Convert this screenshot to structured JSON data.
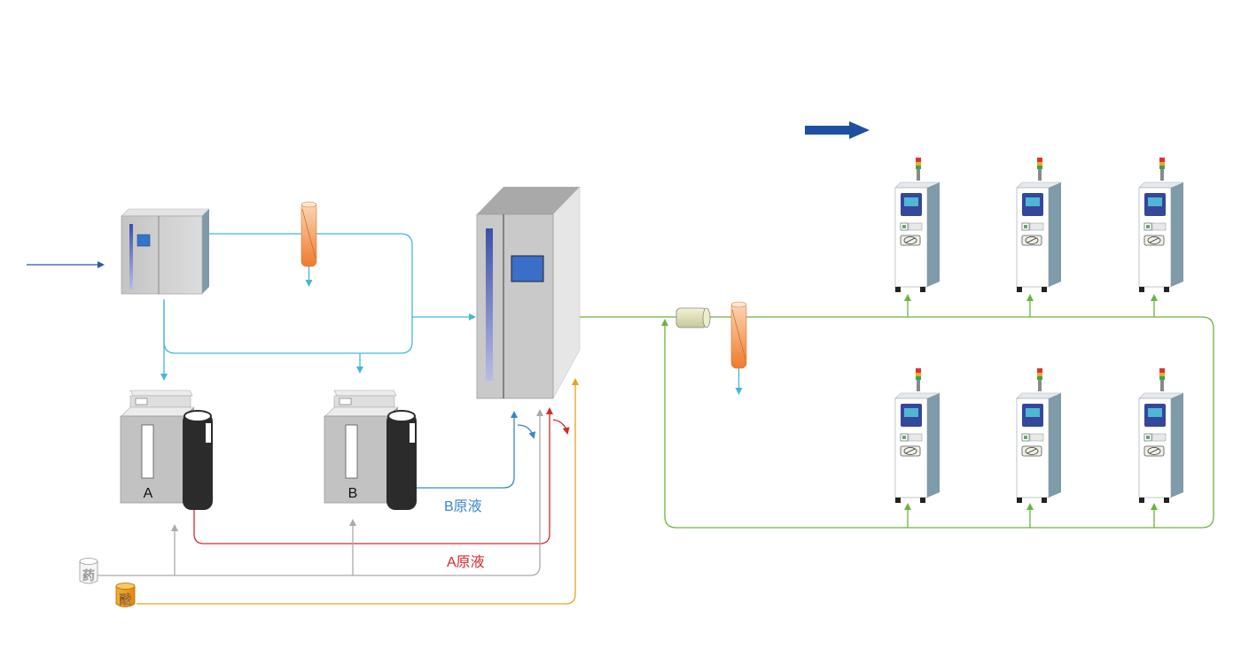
{
  "machines": {
    "mixer_a": {
      "letter": "A"
    },
    "mixer_b": {
      "letter": "B"
    }
  },
  "labels": {
    "b_solution": "B原液",
    "a_solution": "A原液"
  },
  "drums": {
    "drug": {
      "char": "药"
    },
    "acid": {
      "char": "酸"
    }
  },
  "colors": {
    "water_line": "#45b6d9",
    "b_line": "#3a86c8",
    "a_line": "#d42a2a",
    "powder_line": "#aaaaaa",
    "acid_line": "#e9a020",
    "dialysate_line": "#6cb43f",
    "big_arrow": "#1f4fa0"
  }
}
